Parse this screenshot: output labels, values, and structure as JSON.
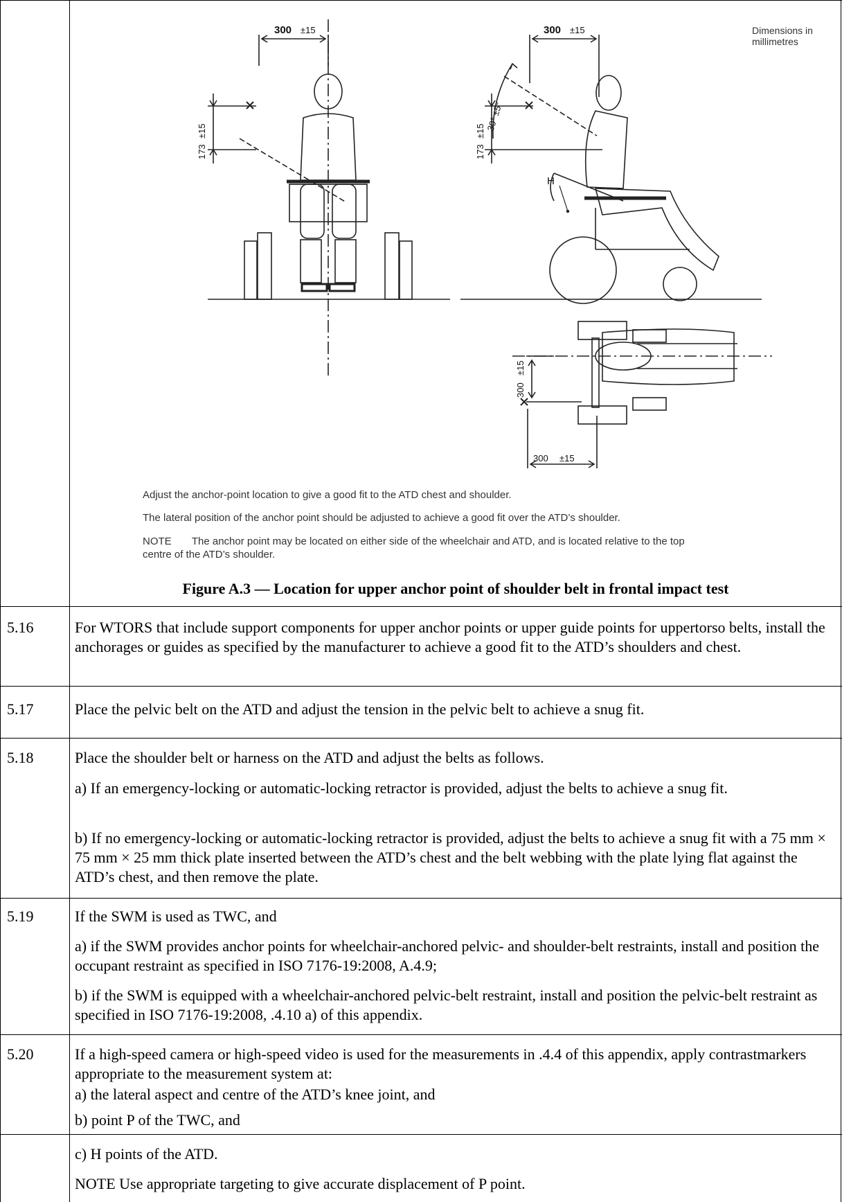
{
  "figure": {
    "dims_label": "Dimensions in millimetres",
    "dim_300": "300",
    "tol_15": "±15",
    "dim_173": "173",
    "angle_label": "30° ±5°",
    "h_label": "H",
    "notes": [
      "Adjust the anchor-point location to give a good fit to the ATD chest and shoulder.",
      "The lateral position of the anchor point should be adjusted to achieve a good fit over the ATD’s shoulder."
    ],
    "note_label": "NOTE",
    "note_text": "The anchor point may be located on either side of the wheelchair and ATD, and is located relative to the top",
    "note_text2": "centre of the ATD’s shoulder.",
    "caption": "Figure A.3 — Location for upper anchor point of shoulder belt in frontal impact test"
  },
  "rows": [
    {
      "num": "5.16",
      "paras": [
        "For WTORS that include support components for upper anchor points or upper guide points for uppertorso belts, install the anchorages or guides as specified by the manufacturer to achieve a good fit to the ATD’s shoulders and chest."
      ]
    },
    {
      "num": "5.17",
      "paras": [
        "Place the pelvic belt on the ATD and adjust the tension in the pelvic belt to achieve a snug fit."
      ]
    },
    {
      "num": "5.18",
      "paras": [
        "Place the shoulder belt or harness on the ATD and adjust the belts as follows.",
        "a) If an emergency-locking or automatic-locking retractor is provided, adjust the belts to achieve a snug fit.",
        "b) If no emergency-locking or automatic-locking retractor is provided, adjust the belts to achieve a snug fit with a 75 mm × 75 mm × 25 mm thick plate inserted between the ATD’s chest and the belt webbing with the plate lying flat against the ATD’s chest, and then remove the plate."
      ]
    },
    {
      "num": "5.19",
      "paras": [
        "If the SWM is used as TWC, and",
        "a) if the SWM provides anchor points for wheelchair-anchored pelvic- and shoulder-belt restraints, install and position the occupant restraint as specified in ISO 7176-19:2008, A.4.9;",
        "b) if the SWM is equipped with a wheelchair-anchored pelvic-belt restraint, install and position the pelvic-belt restraint as specified in ISO 7176-19:2008, .4.10 a) of this appendix."
      ]
    },
    {
      "num": "5.20",
      "paras": [
        "If a high-speed camera or high-speed video is used for the measurements in .4.4 of this appendix, apply contrastmarkers appropriate to the measurement system at:",
        "a) the lateral aspect and centre of the ATD’s knee joint, and",
        "b) point P of the TWC, and"
      ]
    },
    {
      "num": "",
      "paras": [
        "c) H points of the ATD.",
        "NOTE Use appropriate targeting to give accurate displacement of P point."
      ]
    }
  ]
}
